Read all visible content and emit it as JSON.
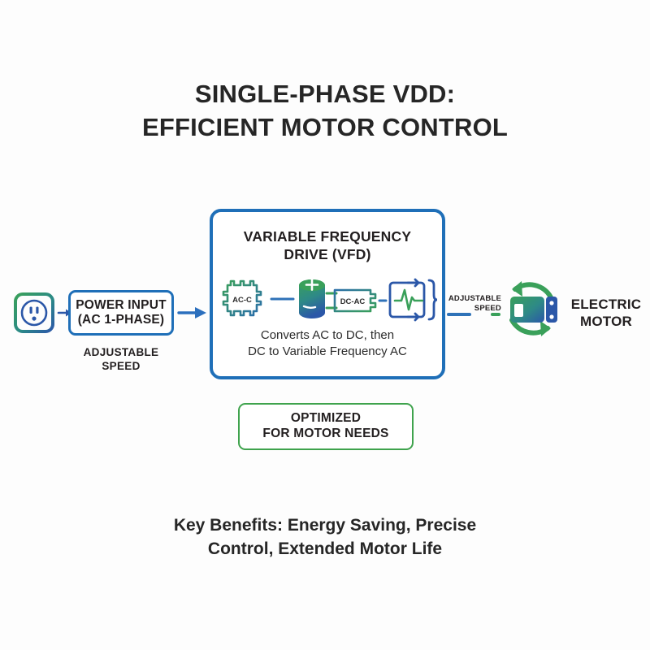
{
  "page": {
    "background_color": "#fdfdfd",
    "title_line1": "SINGLE-PHASE VDD:",
    "title_line2": "EFFICIENT MOTOR CONTROL"
  },
  "colors": {
    "blue": "#1f6fb8",
    "blue_line": "#2f72b8",
    "green": "#3aa05a",
    "green_border": "#3fa34d",
    "text": "#262626"
  },
  "power_input": {
    "icon": "power-outlet-icon",
    "line1": "POWER INPUT",
    "line2": "(AC 1-PHASE)",
    "caption_line1": "ADJUSTABLE",
    "caption_line2": "SPEED"
  },
  "vfd": {
    "title_line1": "VARIABLE FREQUENCY",
    "title_line2": "DRIVE (VFD)",
    "stage1_label": "AC-C",
    "stage1_icon": "rectifier-chip-icon",
    "stage2_icon": "capacitor-icon",
    "stage3_label": "DC-AC",
    "stage3_icon": "inverter-chip-icon",
    "stage4_icon": "waveform-output-icon",
    "description_line1": "Converts AC to DC, then",
    "description_line2": "DC to Variable Frequency AC"
  },
  "output": {
    "caption_line1": "ADJUSTABLE",
    "caption_line2": "SPEED",
    "motor_icon": "electric-motor-icon",
    "motor_line1": "ELECTRIC",
    "motor_line2": "MOTOR"
  },
  "optimized": {
    "line1": "OPTIMIZED",
    "line2": "FOR MOTOR NEEDS"
  },
  "benefits": {
    "line1": "Key Benefits: Energy Saving, Precise",
    "line2": "Control, Extended Motor Life"
  }
}
